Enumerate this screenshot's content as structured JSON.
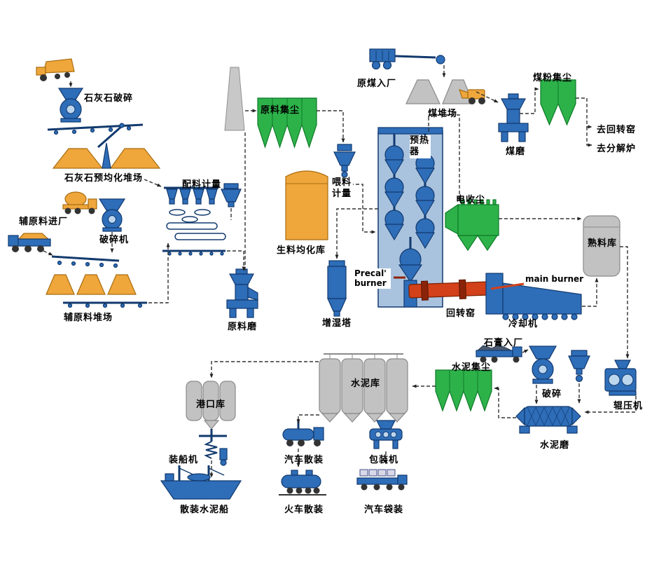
{
  "labels": {
    "limestone_crushing": "石灰石破碎",
    "limestone_preblending_yard": "石灰石预均化堆场",
    "aux_material_entry": "辅原料进厂",
    "aux_crusher": "破碎机",
    "aux_material_yard": "辅原料堆场",
    "batching_metering": "配料计量",
    "raw_meal_dust_collector": "原料集尘",
    "raw_meal_silo": "生料均化库",
    "feed_metering": "喂料计量",
    "raw_mill": "原料磨",
    "humidifier_tower": "增湿塔",
    "preheater": "预热器",
    "precal_burner": "Precal' burner",
    "main_burner": "main burner",
    "rotary_kiln": "回转窑",
    "cooler": "冷却机",
    "esp": "电收尘",
    "clinker_silo": "熟料库",
    "raw_coal_entry": "原煤入厂",
    "coal_yard": "煤堆场",
    "coal_dust_collector": "煤粉集尘",
    "coal_mill": "煤磨",
    "to_rotary_kiln": "去回转窑",
    "to_calciner": "去分解炉",
    "gypsum_entry": "石膏入厂",
    "cement_dust_collector": "水泥集尘",
    "gypsum_crushing": "破碎",
    "roller_press": "辊压机",
    "cement_mill": "水泥磨",
    "cement_silo": "水泥库",
    "port_silo": "港口库",
    "ship_loader": "装船机",
    "bulk_cement_ship": "散装水泥船",
    "truck_bulk_loading": "汽车散装",
    "train_bulk_loading": "火车散装",
    "packing_machine": "包装机",
    "truck_bag_loading": "汽车袋装"
  },
  "colors": {
    "equipment_blue": "#2e6db8",
    "collector_green": "#2db24a",
    "material_orange": "#efa63b",
    "storage_gray": "#c2c2c2",
    "kiln_red": "#d2411a",
    "flow_line": "#333333"
  }
}
